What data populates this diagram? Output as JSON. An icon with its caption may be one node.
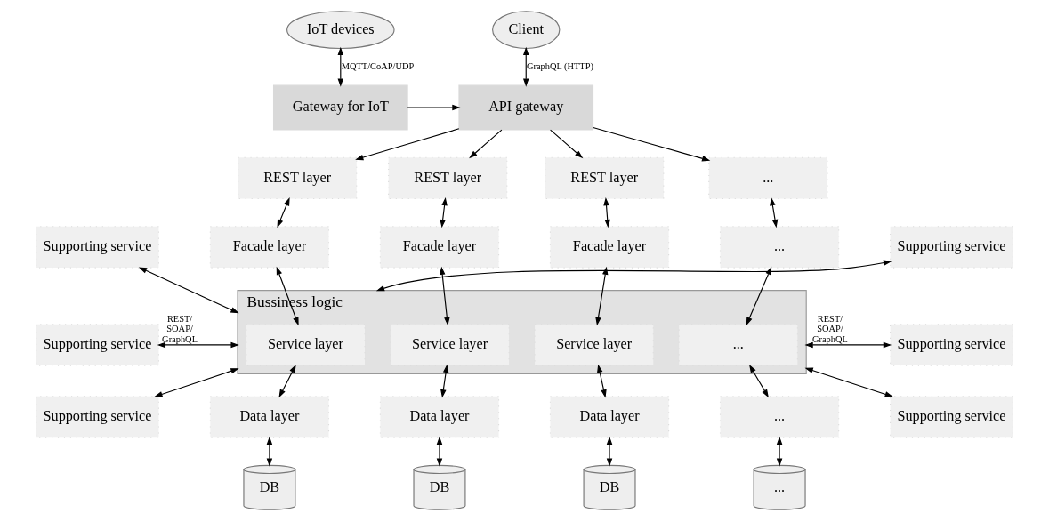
{
  "diagram": {
    "nodes": [
      {
        "text": [
          "IoT devices"
        ]
      },
      {
        "text": [
          "Client"
        ]
      },
      {
        "text": [
          "Gateway for IoT"
        ]
      },
      {
        "text": [
          "API gateway"
        ]
      },
      {
        "text": [
          "REST layer"
        ]
      },
      {
        "text": [
          "REST layer"
        ]
      },
      {
        "text": [
          "REST layer"
        ]
      },
      {
        "text": [
          "..."
        ]
      },
      {
        "text": [
          "Supporting service"
        ]
      },
      {
        "text": [
          "Facade layer"
        ]
      },
      {
        "text": [
          "Facade layer"
        ]
      },
      {
        "text": [
          "Facade layer"
        ]
      },
      {
        "text": [
          "..."
        ]
      },
      {
        "text": [
          "Supporting service"
        ]
      },
      {
        "text": [
          "Bussiness logic"
        ]
      },
      {
        "text": [
          "Service layer"
        ],
        "in": 14
      },
      {
        "text": [
          "Service layer"
        ],
        "in": 14
      },
      {
        "text": [
          "Service layer"
        ],
        "in": 14
      },
      {
        "text": [
          "..."
        ],
        "in": 14
      },
      {
        "text": [
          "Supporting service"
        ]
      },
      {
        "text": [
          "Supporting service"
        ]
      },
      {
        "text": [
          "Supporting service"
        ]
      },
      {
        "text": [
          "Data layer"
        ]
      },
      {
        "text": [
          "Data layer"
        ]
      },
      {
        "text": [
          "Data layer"
        ]
      },
      {
        "text": [
          "..."
        ]
      },
      {
        "text": [
          "Supporting service"
        ]
      },
      {
        "text": [
          "DB"
        ]
      },
      {
        "text": [
          "DB"
        ]
      },
      {
        "text": [
          "DB"
        ]
      },
      {
        "text": [
          "..."
        ]
      }
    ],
    "edges": [
      {
        "from": 0,
        "to": 2,
        "arrow": "both",
        "label": "MQTT/CoAP/UDP"
      },
      {
        "from": 1,
        "to": 3,
        "arrow": "both",
        "label": "GraphQL (HTTP)"
      },
      {
        "from": 2,
        "to": 3,
        "arrow": "to"
      },
      {
        "from": 3,
        "to": 4,
        "arrow": "to"
      },
      {
        "from": 3,
        "to": 5,
        "arrow": "to"
      },
      {
        "from": 3,
        "to": 6,
        "arrow": "to"
      },
      {
        "from": 3,
        "to": 7,
        "arrow": "to"
      },
      {
        "from": 4,
        "to": 9,
        "arrow": "both"
      },
      {
        "from": 5,
        "to": 10,
        "arrow": "both"
      },
      {
        "from": 6,
        "to": 11,
        "arrow": "both"
      },
      {
        "from": 7,
        "to": 12,
        "arrow": "both"
      },
      {
        "from": 9,
        "to": 15,
        "arrow": "both"
      },
      {
        "from": 10,
        "to": 16,
        "arrow": "both"
      },
      {
        "from": 11,
        "to": 17,
        "arrow": "both"
      },
      {
        "from": 12,
        "to": 18,
        "arrow": "both"
      },
      {
        "from": 15,
        "to": 22,
        "arrow": "both"
      },
      {
        "from": 16,
        "to": 23,
        "arrow": "both"
      },
      {
        "from": 17,
        "to": 24,
        "arrow": "both"
      },
      {
        "from": 18,
        "to": 25,
        "arrow": "both"
      },
      {
        "from": 22,
        "to": 27,
        "arrow": "both"
      },
      {
        "from": 23,
        "to": 28,
        "arrow": "both"
      },
      {
        "from": 24,
        "to": 29,
        "arrow": "both"
      },
      {
        "from": 25,
        "to": 30,
        "arrow": "both"
      },
      {
        "from": 8,
        "to": 14,
        "arrow": "both"
      },
      {
        "from": 19,
        "to": 14,
        "arrow": "both",
        "label": "REST/ SOAP/ GraphQL"
      },
      {
        "from": 21,
        "to": 14,
        "arrow": "both"
      },
      {
        "from": 14,
        "to": 13,
        "arrow": "both"
      },
      {
        "from": 14,
        "to": 20,
        "arrow": "both",
        "label": "REST/ SOAP/ GraphQL"
      },
      {
        "from": 14,
        "to": 26,
        "arrow": "both"
      }
    ]
  }
}
